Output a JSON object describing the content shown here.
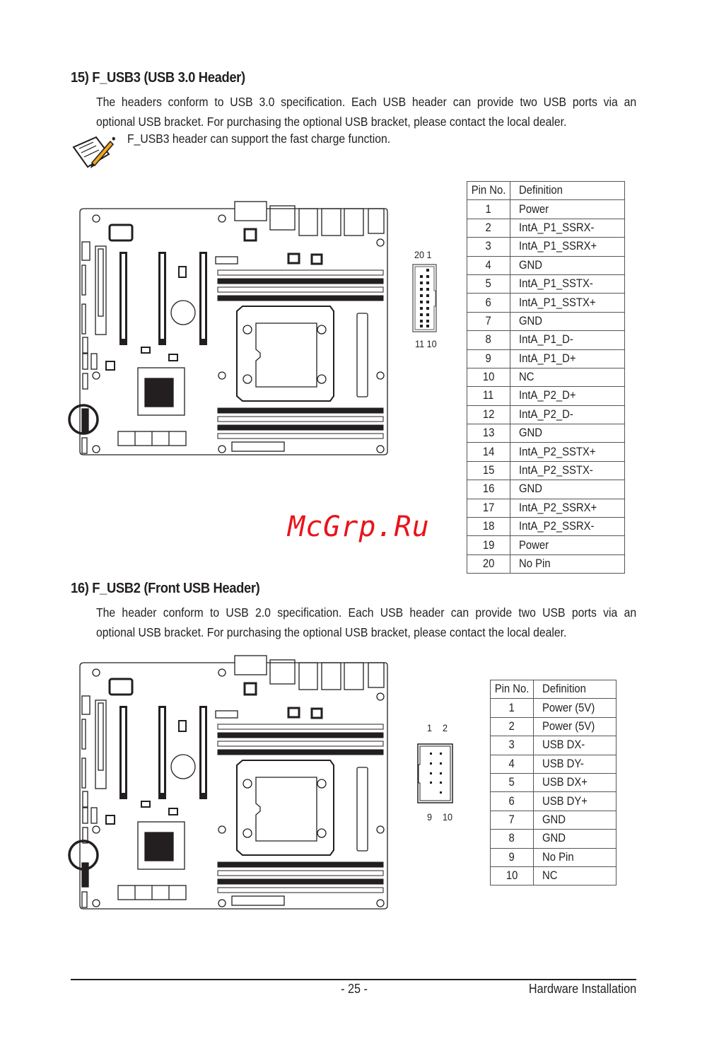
{
  "section15": {
    "heading": "15)  F_USB3 (USB 3.0 Header)",
    "para_line1": "The headers conform to USB 3.0 specification. Each USB header can provide two USB ports via an",
    "para_line2": "optional USB bracket. For purchasing the optional USB bracket, please contact the local dealer.",
    "note_bullet": "•",
    "note": "F_USB3 header can support the fast charge function.",
    "connector_labels": {
      "top": "20 1",
      "bottom": "11  10"
    },
    "table": {
      "headers": [
        "Pin No.",
        "Definition"
      ],
      "rows": [
        [
          "1",
          "Power"
        ],
        [
          "2",
          "IntA_P1_SSRX-"
        ],
        [
          "3",
          "IntA_P1_SSRX+"
        ],
        [
          "4",
          "GND"
        ],
        [
          "5",
          "IntA_P1_SSTX-"
        ],
        [
          "6",
          "IntA_P1_SSTX+"
        ],
        [
          "7",
          "GND"
        ],
        [
          "8",
          "IntA_P1_D-"
        ],
        [
          "9",
          "IntA_P1_D+"
        ],
        [
          "10",
          "NC"
        ],
        [
          "11",
          "IntA_P2_D+"
        ],
        [
          "12",
          "IntA_P2_D-"
        ],
        [
          "13",
          "GND"
        ],
        [
          "14",
          "IntA_P2_SSTX+"
        ],
        [
          "15",
          "IntA_P2_SSTX-"
        ],
        [
          "16",
          "GND"
        ],
        [
          "17",
          "IntA_P2_SSRX+"
        ],
        [
          "18",
          "IntA_P2_SSRX-"
        ],
        [
          "19",
          "Power"
        ],
        [
          "20",
          "No Pin"
        ]
      ]
    }
  },
  "watermark": "McGrp.Ru",
  "section16": {
    "heading": "16)  F_USB2 (Front USB Header)",
    "para_line1": "The header conform to USB 2.0 specification. Each USB header can provide two USB ports via an",
    "para_line2": "optional USB bracket. For purchasing the optional USB bracket, please contact the local dealer.",
    "connector_labels": {
      "top_left": "1",
      "top_right": "2",
      "bottom_left": "9",
      "bottom_right": "10"
    },
    "table": {
      "headers": [
        "Pin No.",
        "Definition"
      ],
      "rows": [
        [
          "1",
          "Power (5V)"
        ],
        [
          "2",
          "Power (5V)"
        ],
        [
          "3",
          "USB DX-"
        ],
        [
          "4",
          "USB DY-"
        ],
        [
          "5",
          "USB DX+"
        ],
        [
          "6",
          "USB DY+"
        ],
        [
          "7",
          "GND"
        ],
        [
          "8",
          "GND"
        ],
        [
          "9",
          "No Pin"
        ],
        [
          "10",
          "NC"
        ]
      ]
    }
  },
  "footer": {
    "page": "- 25 -",
    "chapter": "Hardware Installation"
  },
  "colors": {
    "text": "#231f20",
    "watermark": "#e8141c"
  }
}
